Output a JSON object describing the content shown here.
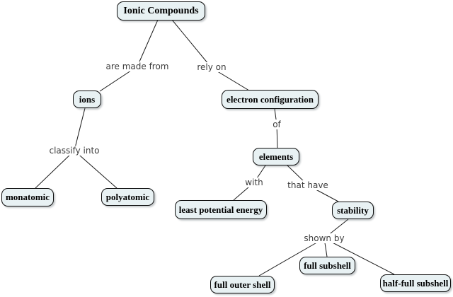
{
  "diagram": {
    "type": "concept-map",
    "colors": {
      "background": "#ffffff",
      "node_fill": "#e8f1f3",
      "node_border": "#0d0d0d",
      "edge_line": "#1c1c1c",
      "link_text": "#3c3c3c",
      "node_text": "#000000"
    },
    "nodes": {
      "ionic_compounds": {
        "label": "Ionic Compounds"
      },
      "ions": {
        "label": "ions"
      },
      "electron_configuration": {
        "label": "electron configuration"
      },
      "monatomic": {
        "label": "monatomic"
      },
      "polyatomic": {
        "label": "polyatomic"
      },
      "elements": {
        "label": "elements"
      },
      "least_potential_energy": {
        "label": "least potential energy"
      },
      "stability": {
        "label": "stability"
      },
      "full_outer_shell": {
        "label": "full outer shell"
      },
      "full_subshell": {
        "label": "full subshell"
      },
      "half_full_subshell": {
        "label": "half-full subshell"
      }
    },
    "link_phrases": {
      "are_made_from": {
        "label": "are made from"
      },
      "rely_on": {
        "label": "rely on"
      },
      "classify_into": {
        "label": "classify into"
      },
      "of": {
        "label": "of"
      },
      "with": {
        "label": "with"
      },
      "that_have": {
        "label": "that have"
      },
      "shown_by": {
        "label": "shown by"
      }
    },
    "edges": [
      {
        "from": "Ionic Compounds",
        "phrase": "are made from",
        "to": [
          "ions"
        ]
      },
      {
        "from": "Ionic Compounds",
        "phrase": "rely on",
        "to": [
          "electron configuration"
        ]
      },
      {
        "from": "ions",
        "phrase": "classify into",
        "to": [
          "monatomic",
          "polyatomic"
        ]
      },
      {
        "from": "electron configuration",
        "phrase": "of",
        "to": [
          "elements"
        ]
      },
      {
        "from": "elements",
        "phrase": "with",
        "to": [
          "least potential energy"
        ]
      },
      {
        "from": "elements",
        "phrase": "that have",
        "to": [
          "stability"
        ]
      },
      {
        "from": "stability",
        "phrase": "shown by",
        "to": [
          "full outer shell",
          "full subshell",
          "half-full subshell"
        ]
      }
    ]
  }
}
